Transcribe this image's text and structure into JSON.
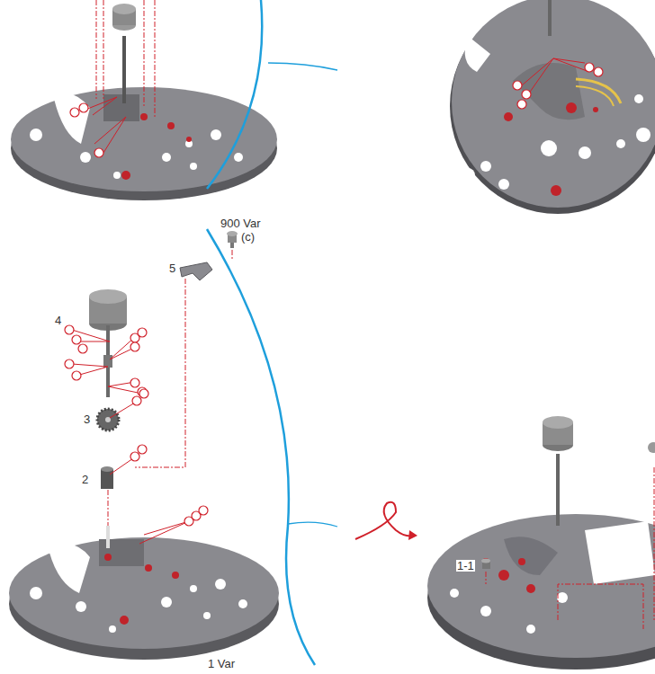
{
  "diagram": {
    "labels": [
      "900 Var",
      "(c)",
      "5",
      "4",
      "3",
      "2",
      "1-1",
      "1 Var"
    ]
  }
}
